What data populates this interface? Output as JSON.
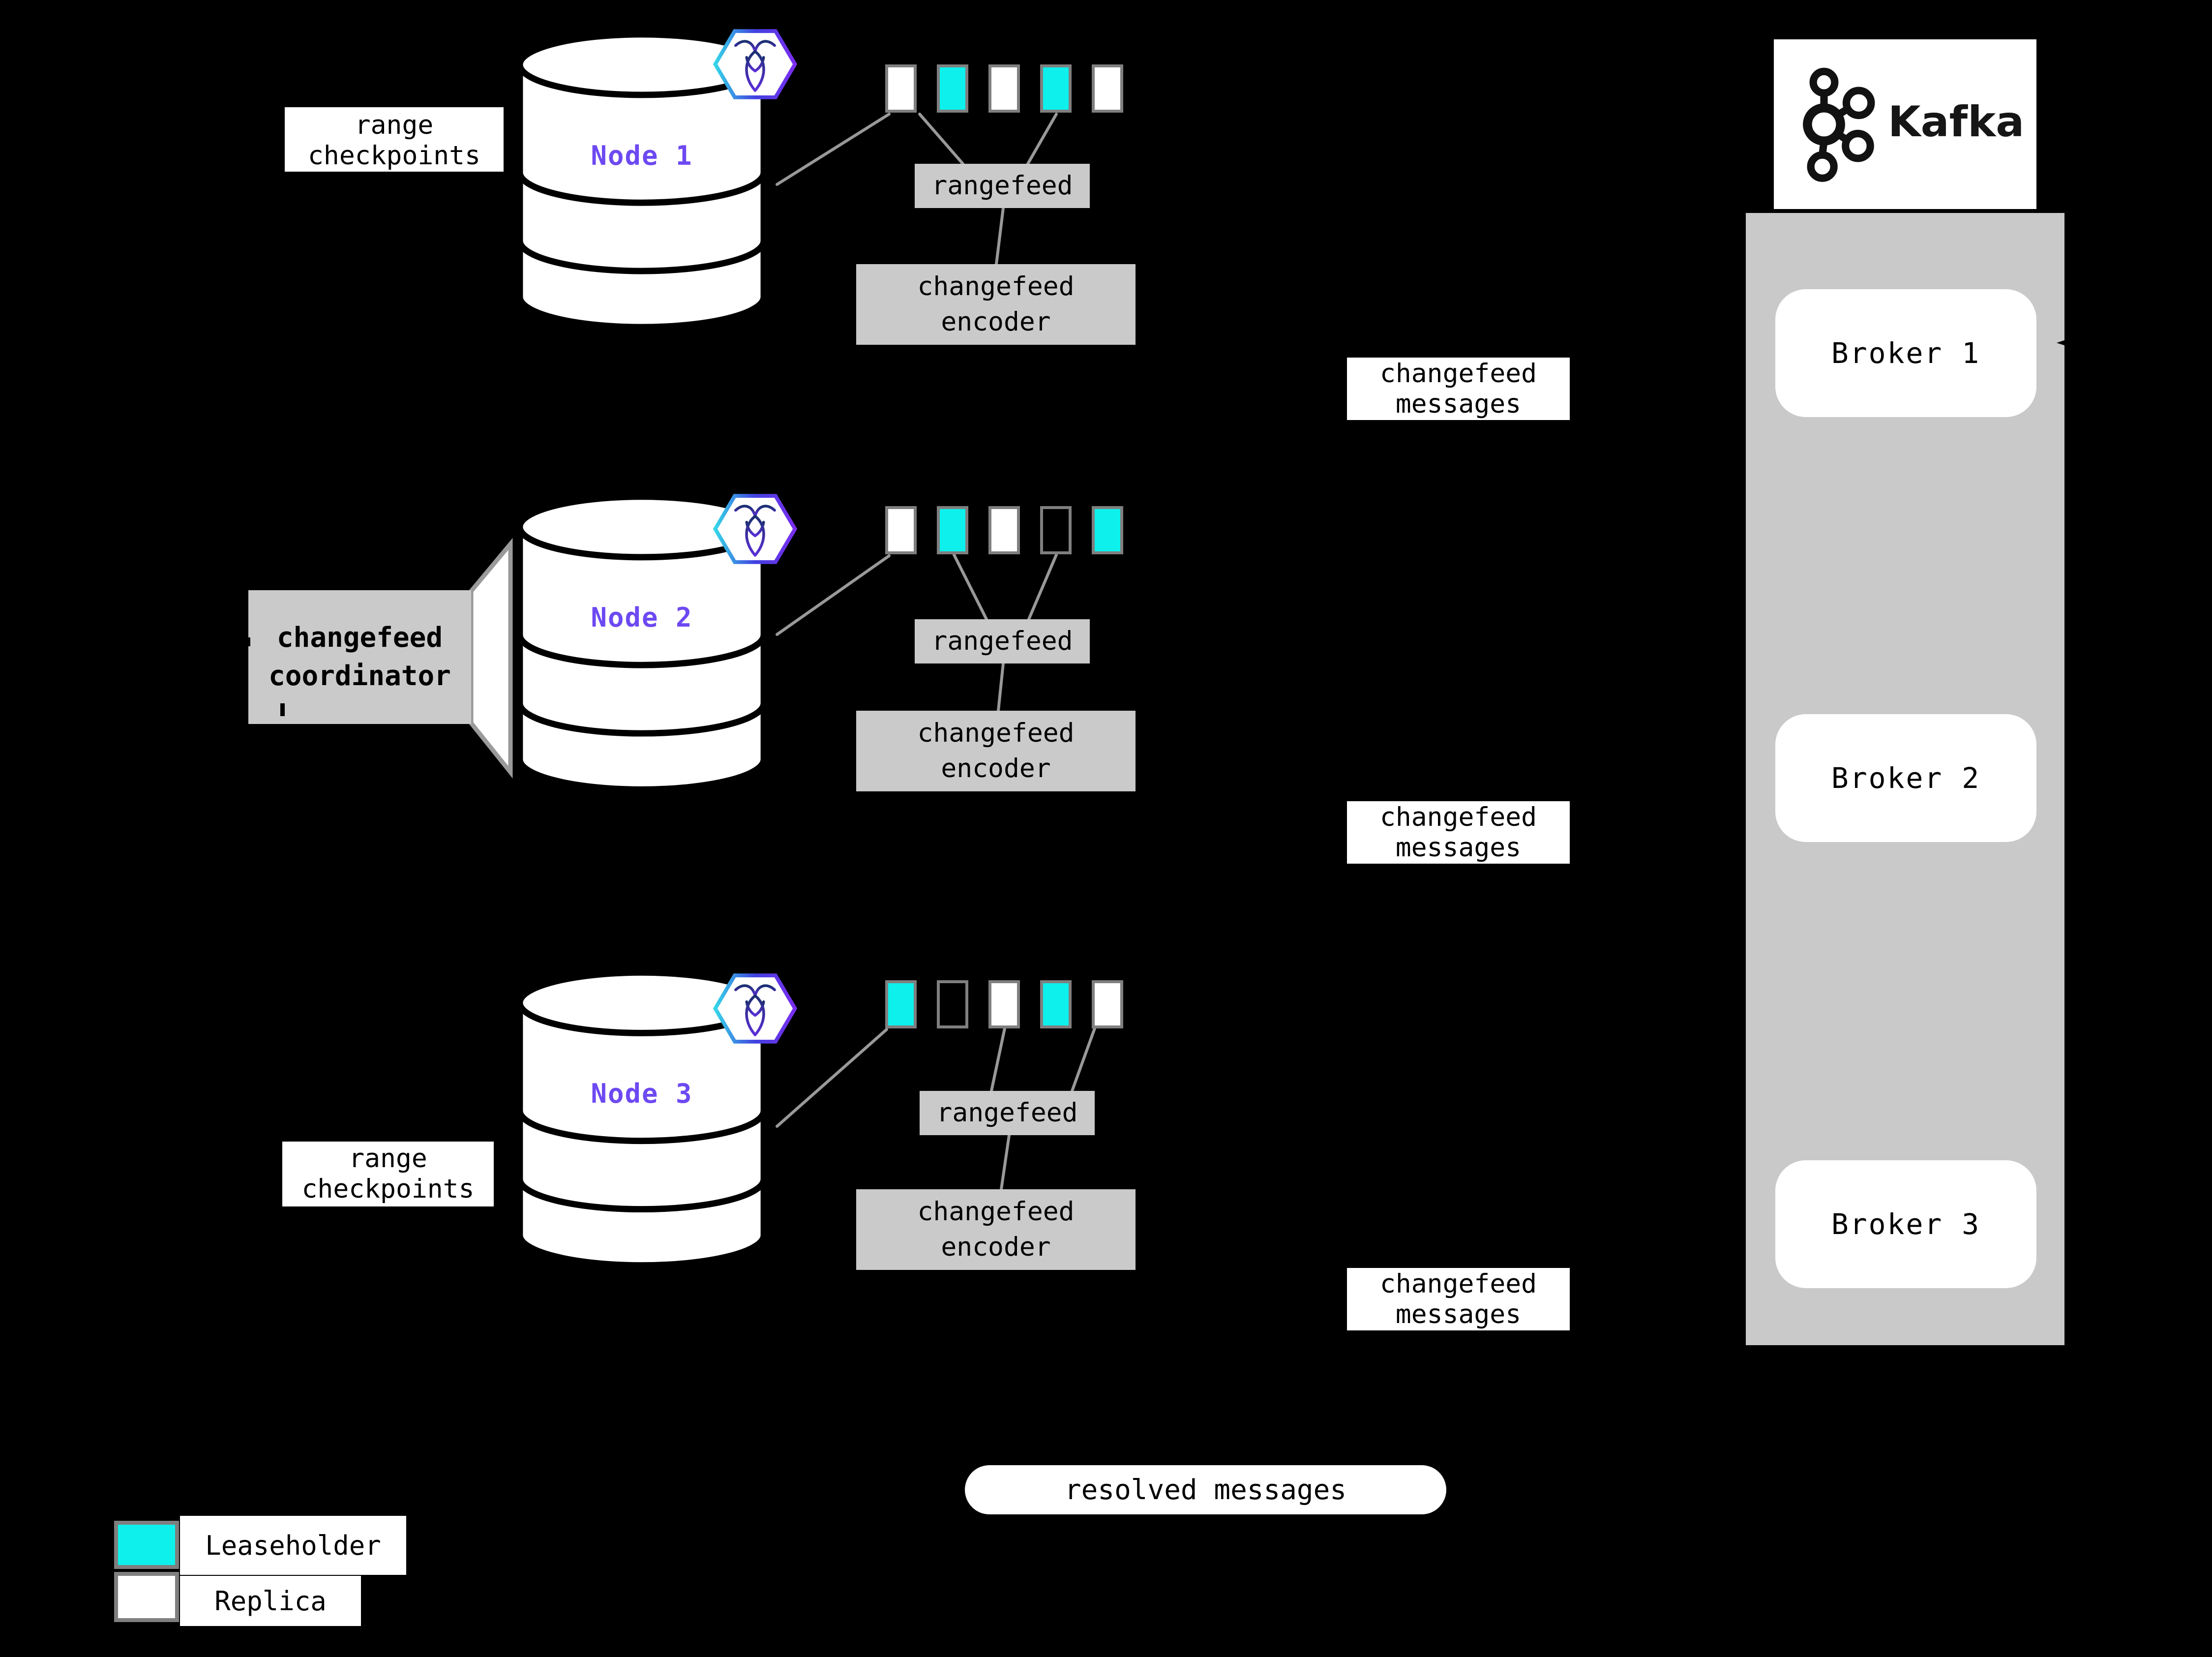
{
  "colors": {
    "leaseholder": "#0ef0ec",
    "replica": "#ffffff",
    "empty": "transparent",
    "panel_gray": "#cacaca",
    "swatch_border": "#7f7f7f",
    "connector_gray": "#999999",
    "node_name_purple": "#6d49f2",
    "background": "#000000",
    "arrow_black": "#000000"
  },
  "icons": {
    "node_badge": "cockroachdb-icon",
    "kafka_logo": "kafka-circles-icon",
    "database": "database-cylinder-icon",
    "coordinator_flag": "coordinator-flag-icon",
    "arrowhead": "arrowhead-left-icon"
  },
  "nodes": [
    {
      "name": "Node 1",
      "side_label_line1": "range",
      "side_label_line2": "checkpoints",
      "ranges": [
        "replica",
        "leaseholder",
        "replica",
        "leaseholder",
        "replica"
      ],
      "rangefeed_label": "rangefeed",
      "encoder_line1": "changefeed",
      "encoder_line2": "encoder",
      "messages_line1": "changefeed",
      "messages_line2": "messages"
    },
    {
      "name": "Node 2",
      "side_label_line1": "changefeed",
      "side_label_line2": "coordinator",
      "ranges": [
        "replica",
        "leaseholder",
        "replica",
        "empty",
        "leaseholder"
      ],
      "rangefeed_label": "rangefeed",
      "encoder_line1": "changefeed",
      "encoder_line2": "encoder",
      "messages_line1": "changefeed",
      "messages_line2": "messages"
    },
    {
      "name": "Node 3",
      "side_label_line1": "range",
      "side_label_line2": "checkpoints",
      "ranges": [
        "leaseholder",
        "empty",
        "replica",
        "leaseholder",
        "replica"
      ],
      "rangefeed_label": "rangefeed",
      "encoder_line1": "changefeed",
      "encoder_line2": "encoder",
      "messages_line1": "changefeed",
      "messages_line2": "messages"
    }
  ],
  "kafka": {
    "brand": "Kafka",
    "brokers": [
      "Broker 1",
      "Broker 2",
      "Broker 3"
    ]
  },
  "resolved_messages_label": "resolved messages",
  "legend": [
    {
      "type": "leaseholder",
      "label": "Leaseholder"
    },
    {
      "type": "replica",
      "label": "Replica"
    }
  ]
}
